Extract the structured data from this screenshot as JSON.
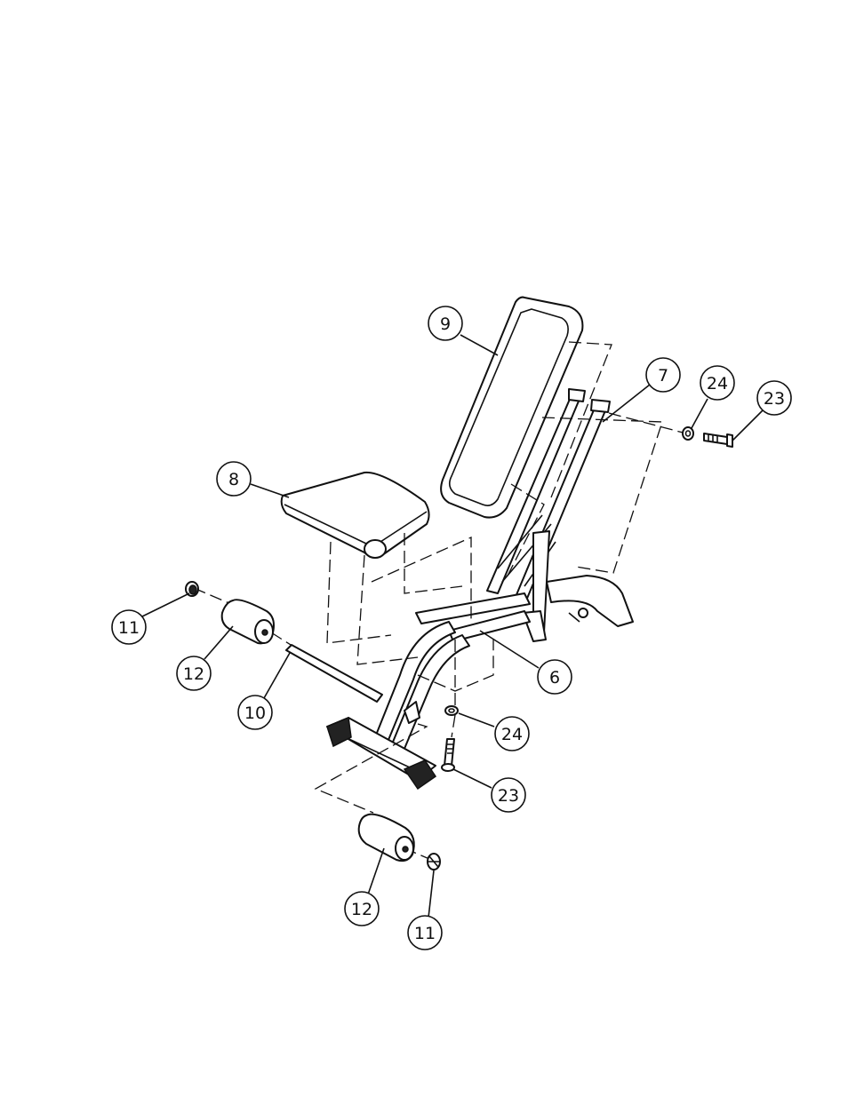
{
  "callouts": [
    {
      "id": "c9",
      "label": "9"
    },
    {
      "id": "c7",
      "label": "7"
    },
    {
      "id": "c24a",
      "label": "24"
    },
    {
      "id": "c23a",
      "label": "23"
    },
    {
      "id": "c8",
      "label": "8"
    },
    {
      "id": "c11a",
      "label": "11"
    },
    {
      "id": "c12a",
      "label": "12"
    },
    {
      "id": "c10",
      "label": "10"
    },
    {
      "id": "c6",
      "label": "6"
    },
    {
      "id": "c24b",
      "label": "24"
    },
    {
      "id": "c23b",
      "label": "23"
    },
    {
      "id": "c12b",
      "label": "12"
    },
    {
      "id": "c11b",
      "label": "11"
    }
  ]
}
